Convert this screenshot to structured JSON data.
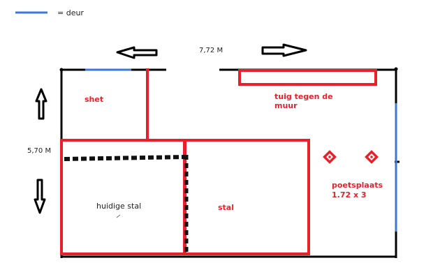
{
  "legend": {
    "door_label": "= deur"
  },
  "dimensions": {
    "width": "7,72 M",
    "height": "5,70 M"
  },
  "rooms": {
    "shed": "shet",
    "tack": "tuig tegen de muur",
    "current_stall": "huidige stal",
    "stall": "stal",
    "grooming": "poetsplaats",
    "grooming_size": "1.72 x 3"
  },
  "colors": {
    "wall": "#000000",
    "partition": "#e8202a",
    "door": "#3a78d8"
  }
}
